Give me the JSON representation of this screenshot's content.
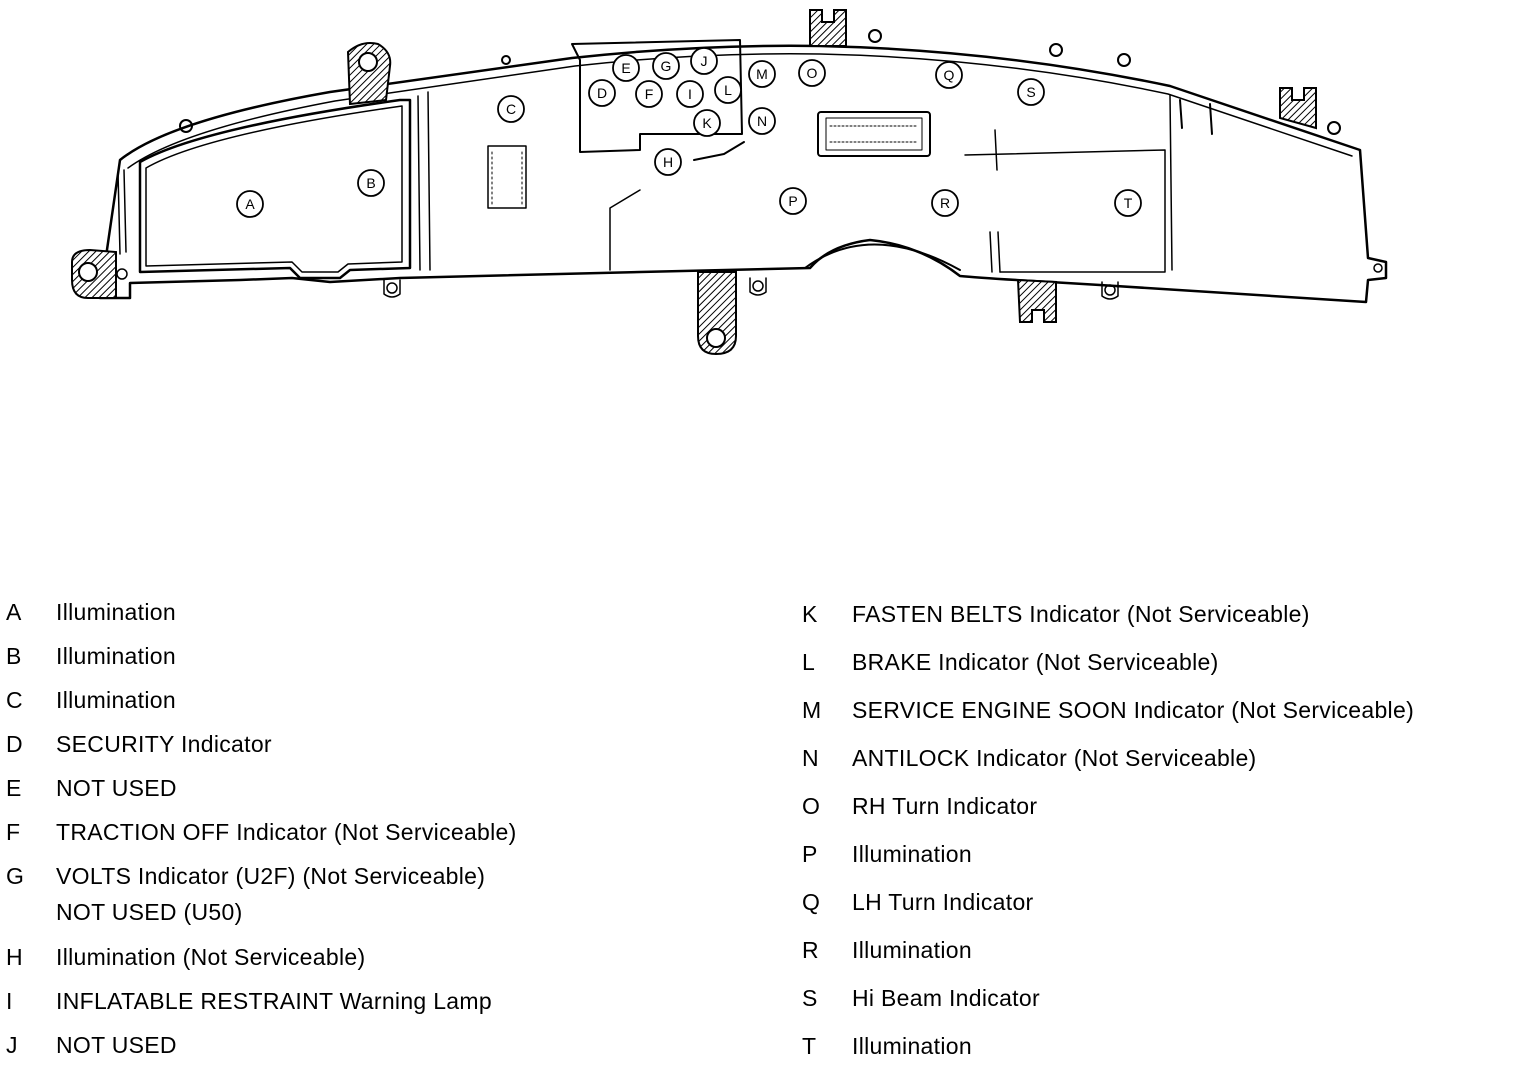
{
  "diagram": {
    "callouts": [
      {
        "letter": "A"
      },
      {
        "letter": "B"
      },
      {
        "letter": "C"
      },
      {
        "letter": "D"
      },
      {
        "letter": "E"
      },
      {
        "letter": "F"
      },
      {
        "letter": "G"
      },
      {
        "letter": "H"
      },
      {
        "letter": "I"
      },
      {
        "letter": "J"
      },
      {
        "letter": "K"
      },
      {
        "letter": "L"
      },
      {
        "letter": "M"
      },
      {
        "letter": "N"
      },
      {
        "letter": "O"
      },
      {
        "letter": "P"
      },
      {
        "letter": "Q"
      },
      {
        "letter": "R"
      },
      {
        "letter": "S"
      },
      {
        "letter": "T"
      }
    ],
    "colors": {
      "line": "#000000",
      "background": "#ffffff"
    }
  },
  "legend": {
    "left": [
      {
        "key": "A",
        "lines": [
          "Illumination"
        ]
      },
      {
        "key": "B",
        "lines": [
          "Illumination"
        ]
      },
      {
        "key": "C",
        "lines": [
          "Illumination"
        ]
      },
      {
        "key": "D",
        "lines": [
          "SECURITY Indicator"
        ]
      },
      {
        "key": "E",
        "lines": [
          "NOT USED"
        ]
      },
      {
        "key": "F",
        "lines": [
          "TRACTION OFF Indicator (Not Serviceable)"
        ]
      },
      {
        "key": "G",
        "lines": [
          "VOLTS Indicator (U2F) (Not Serviceable)",
          "NOT USED (U50)"
        ]
      },
      {
        "key": "H",
        "lines": [
          "Illumination (Not Serviceable)"
        ]
      },
      {
        "key": "I",
        "lines": [
          "INFLATABLE RESTRAINT Warning Lamp"
        ]
      },
      {
        "key": "J",
        "lines": [
          "NOT USED"
        ]
      }
    ],
    "right": [
      {
        "key": "K",
        "lines": [
          "FASTEN BELTS Indicator (Not Serviceable)"
        ]
      },
      {
        "key": "L",
        "lines": [
          "BRAKE Indicator (Not Serviceable)"
        ]
      },
      {
        "key": "M",
        "lines": [
          "SERVICE ENGINE SOON Indicator (Not Serviceable)"
        ]
      },
      {
        "key": "N",
        "lines": [
          "ANTILOCK Indicator (Not Serviceable)"
        ]
      },
      {
        "key": "O",
        "lines": [
          "RH Turn Indicator"
        ]
      },
      {
        "key": "P",
        "lines": [
          "Illumination"
        ]
      },
      {
        "key": "Q",
        "lines": [
          "LH Turn Indicator"
        ]
      },
      {
        "key": "R",
        "lines": [
          "Illumination"
        ]
      },
      {
        "key": "S",
        "lines": [
          "Hi Beam Indicator"
        ]
      },
      {
        "key": "T",
        "lines": [
          "Illumination"
        ]
      }
    ]
  }
}
